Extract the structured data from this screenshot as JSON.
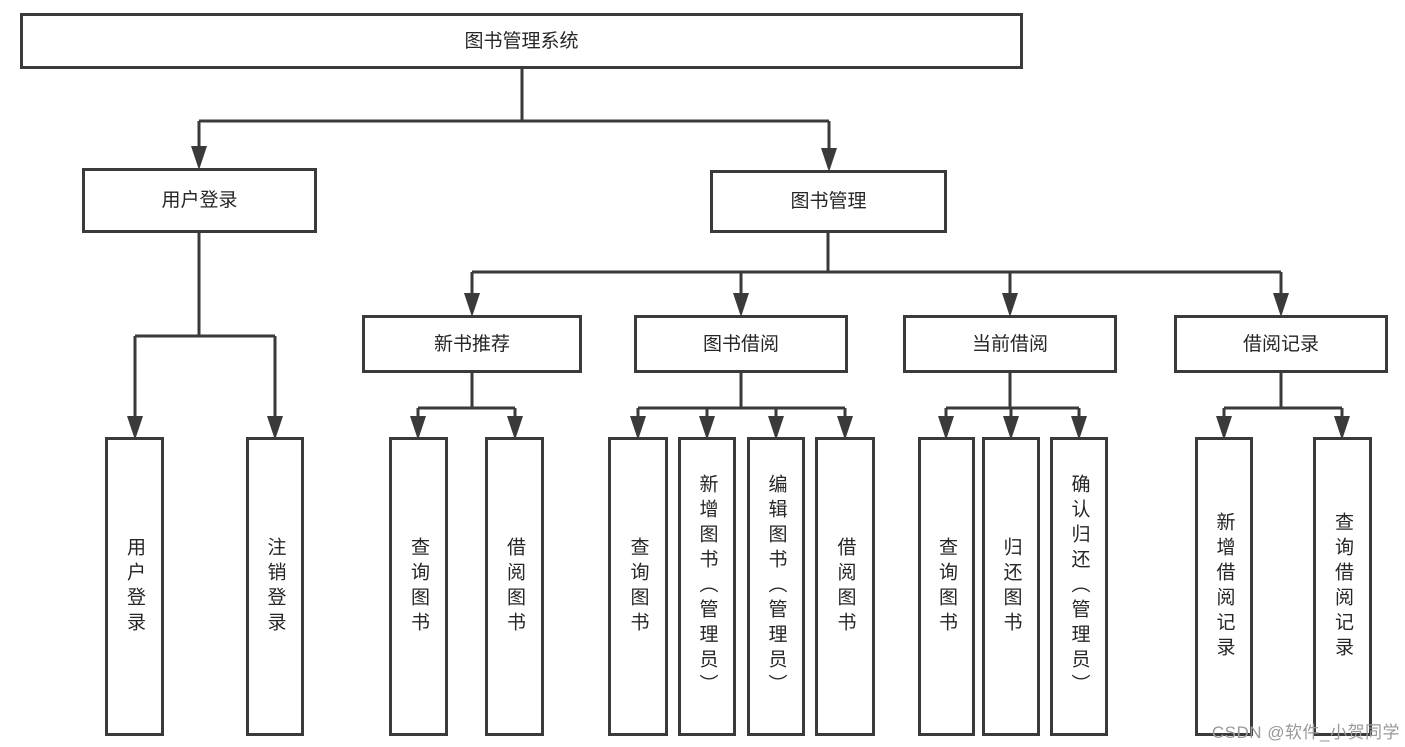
{
  "diagram": {
    "tree": {
      "label": "图书管理系统",
      "children": [
        {
          "label": "用户登录",
          "children": [
            {
              "label": "用户登录"
            },
            {
              "label": "注销登录"
            }
          ]
        },
        {
          "label": "图书管理",
          "children": [
            {
              "label": "新书推荐",
              "children": [
                {
                  "label": "查询图书"
                },
                {
                  "label": "借阅图书"
                }
              ]
            },
            {
              "label": "图书借阅",
              "children": [
                {
                  "label": "查询图书"
                },
                {
                  "label": "新增图书（管理员）"
                },
                {
                  "label": "编辑图书（管理员）"
                },
                {
                  "label": "借阅图书"
                }
              ]
            },
            {
              "label": "当前借阅",
              "children": [
                {
                  "label": "查询图书"
                },
                {
                  "label": "归还图书"
                },
                {
                  "label": "确认归还（管理员）"
                }
              ]
            },
            {
              "label": "借阅记录",
              "children": [
                {
                  "label": "新增借阅记录"
                },
                {
                  "label": "查询借阅记录"
                }
              ]
            }
          ]
        }
      ]
    },
    "colors": {
      "line": "#3a3a3a",
      "text": "#262626",
      "background": "#ffffff",
      "watermark_text": "#999999"
    }
  },
  "watermark": {
    "label": "CSDN @软件_小贺同学"
  }
}
